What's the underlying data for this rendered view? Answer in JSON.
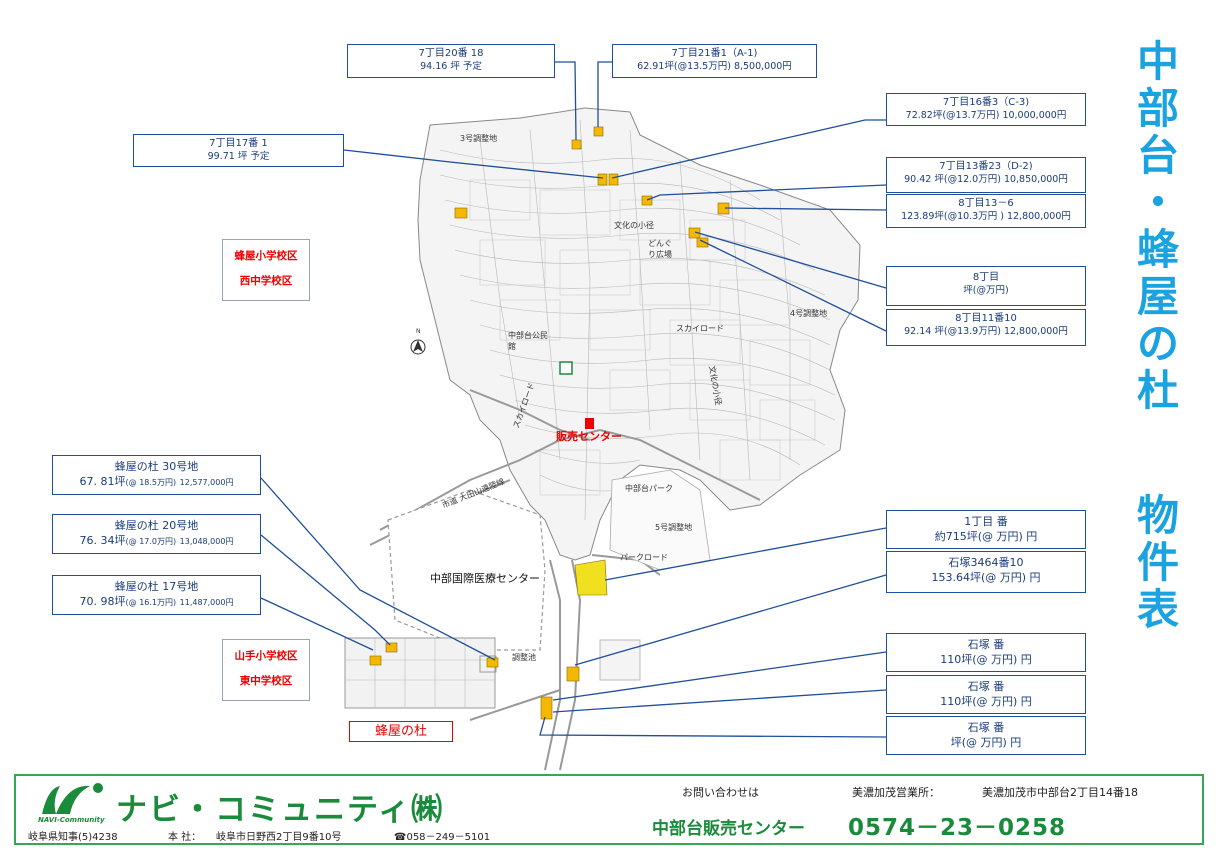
{
  "title_chars": [
    "中",
    "部",
    "台",
    "・",
    "蜂",
    "屋",
    "の",
    "杜",
    "",
    "物",
    "件",
    "表"
  ],
  "listings": [
    {
      "id": "7-20-18",
      "line1": "7丁目20番 18",
      "line2": "94.16 坪  予定"
    },
    {
      "id": "7-21-1",
      "line1": "7丁目21番1（A-1)",
      "line2": "62.91坪(@13.5万円)  8,500,000円"
    },
    {
      "id": "7-17-1",
      "line1": "7丁目17番 1",
      "line2": "99.71 坪  予定"
    },
    {
      "id": "7-16-3",
      "line1": "7丁目16番3（C-3)",
      "line2": "72.82坪(@13.7万円)   10,000,000円"
    },
    {
      "id": "7-13-23",
      "line1": "7丁目13番23（D-2)",
      "line2": "90.42 坪(@12.0万円)    10,850,000円"
    },
    {
      "id": "8-13-6",
      "line1": "8丁目13－6",
      "line2": "123.89坪(@10.3万円 ) 12,800,000円"
    },
    {
      "id": "8-blank",
      "line1": "8丁目",
      "line2": "坪(@万円)"
    },
    {
      "id": "8-11-10",
      "line1": "8丁目11番10",
      "line2": "92.14 坪(@13.9万円)     12,800,000円"
    },
    {
      "id": "1-blank",
      "line1": "1丁目   番",
      "line2": "約715坪(@ 万円)   円"
    },
    {
      "id": "ishizuka-3464-10",
      "line1": "石塚3464番10",
      "line2": "153.64坪(@ 万円)   円"
    },
    {
      "id": "ishizuka-a",
      "line1": "石塚  番",
      "line2": "110坪(@ 万円)   円"
    },
    {
      "id": "ishizuka-b",
      "line1": "石塚  番",
      "line2": "110坪(@ 万円)   円"
    },
    {
      "id": "ishizuka-c",
      "line1": "石塚  番",
      "line2": "坪(@ 万円)   円"
    },
    {
      "id": "hachiya-30",
      "line1": "蜂屋の杜  30号地",
      "line2a": "67. 81坪",
      "line2b": "(@ 18.5万円)",
      "line2c": "12,577,000円"
    },
    {
      "id": "hachiya-20",
      "line1": "蜂屋の杜  20号地",
      "line2a": "76. 34坪",
      "line2b": "(@ 17.0万円)",
      "line2c": "13,048,000円"
    },
    {
      "id": "hachiya-17",
      "line1": "蜂屋の杜  17号地",
      "line2a": "70. 98坪",
      "line2b": "(@ 16.1万円)",
      "line2c": "11,487,000円"
    }
  ],
  "schools": {
    "north": [
      "蜂屋小学校区",
      "西中学校区"
    ],
    "south": [
      "山手小学校区",
      "東中学校区"
    ]
  },
  "map_labels": {
    "sales_center": "販売センター",
    "hospital": "中部国際医療センター",
    "hachiya_no_mori": "蜂屋の杜",
    "adjust_pond": "調整池",
    "park": "中部台パーク",
    "adjust_3": "3号調整地",
    "adjust_4": "4号調整地",
    "adjust_5": "5号調整地",
    "park_road": "パークロード",
    "sky_road": "スカイロード",
    "sky_road_w": "スカイロード",
    "bunka_path": "文化の小径",
    "bunka_path_2": "文化の小径",
    "dongri": "どんぐり広場",
    "chubu_kominkan": "中部台公民館",
    "city_road": "市道 大田山遠陸線",
    "north_arrow": "N"
  },
  "footer": {
    "brand_sub": "NAVI-Community",
    "brand_name": "ナビ・コミュニティ㈱",
    "license": "岐阜県知事(5)4238",
    "hq_label": "本 社：",
    "hq_address": "岐阜市日野西2丁目9番10号",
    "hq_phone": "☎058－249－5101",
    "inquiry": "お問い合わせは",
    "office_label": "美濃加茂営業所：",
    "office_address": "美濃加茂市中部台2丁目14番18",
    "sales_center": "中部台販売センター",
    "phone": "0574－23－0258"
  },
  "colors": {
    "title": "#1ba3e1",
    "border": "#1f4e9a",
    "lot": "#f5b800",
    "footer_border": "#34a853",
    "school_text": "#ee0000"
  }
}
